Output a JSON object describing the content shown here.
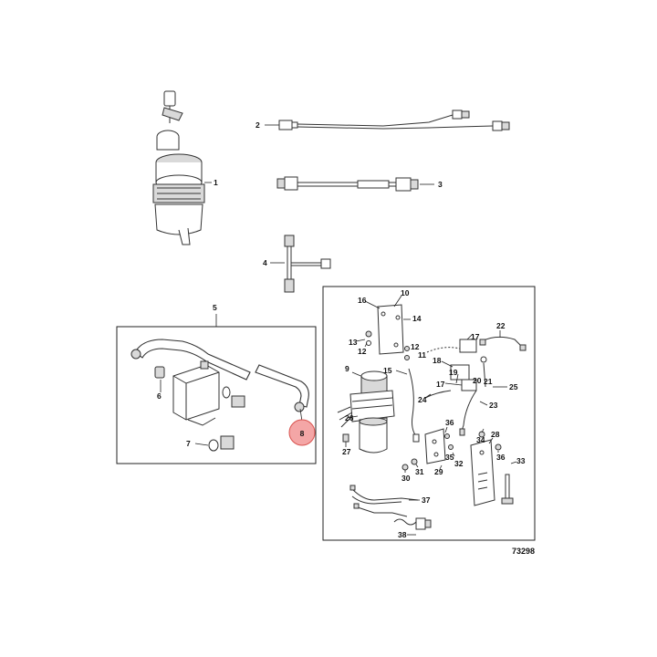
{
  "diagram_number": "73298",
  "highlight_color": "#f4a6a6",
  "highlight_stroke": "#d9534f",
  "callouts": {
    "c1": "1",
    "c2": "2",
    "c3": "3",
    "c4": "4",
    "c5": "5",
    "c6": "6",
    "c7": "7",
    "c8": "8",
    "c9": "9",
    "c10": "10",
    "c11": "11",
    "c12a": "12",
    "c12b": "12",
    "c13": "13",
    "c14": "14",
    "c15": "15",
    "c16": "16",
    "c17a": "17",
    "c17b": "17",
    "c18": "18",
    "c19": "19",
    "c20": "20",
    "c21": "21",
    "c22": "22",
    "c23": "23",
    "c24": "24",
    "c25": "25",
    "c26": "26",
    "c27": "27",
    "c28": "28",
    "c29": "29",
    "c30": "30",
    "c31": "31",
    "c32": "32",
    "c33": "33",
    "c34": "34",
    "c35": "35",
    "c36a": "36",
    "c36b": "36",
    "c37": "37",
    "c38": "38"
  }
}
